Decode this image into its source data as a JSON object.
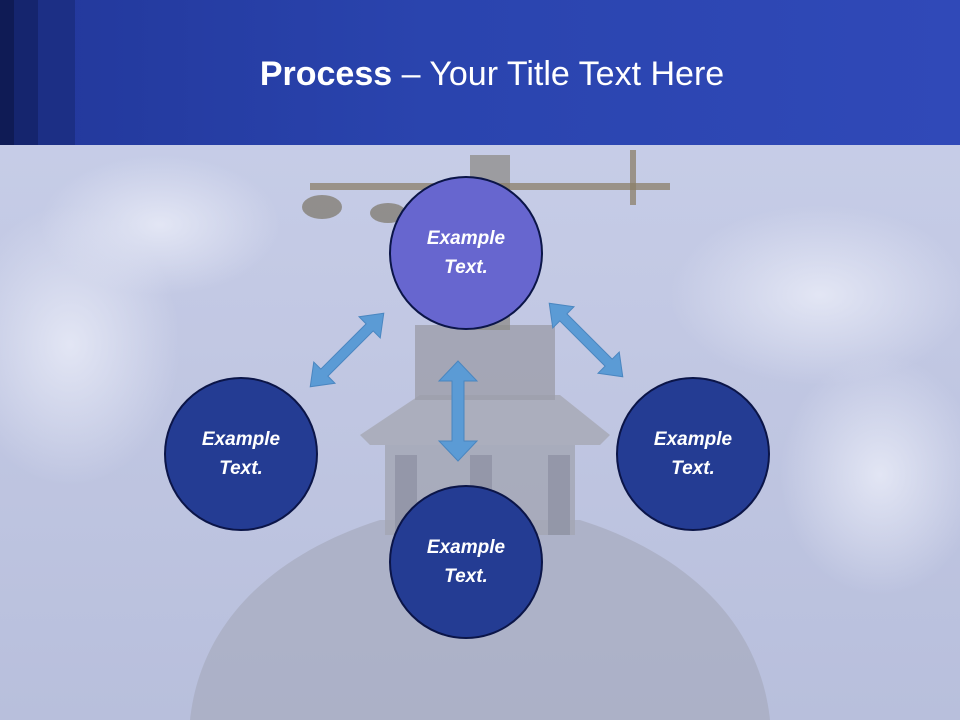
{
  "slide": {
    "title_bold": "Process",
    "title_rest": " – Your Title Text Here"
  },
  "diagram": {
    "nodes": [
      {
        "id": "top",
        "label": "Example Text."
      },
      {
        "id": "left",
        "label": "Example Text."
      },
      {
        "id": "right",
        "label": "Example Text."
      },
      {
        "id": "bottom",
        "label": "Example Text."
      }
    ],
    "colors": {
      "header": "#2a44ae",
      "node_top": "#6766cf",
      "node": "#243c93",
      "arrow": "#5b9bd5"
    }
  }
}
